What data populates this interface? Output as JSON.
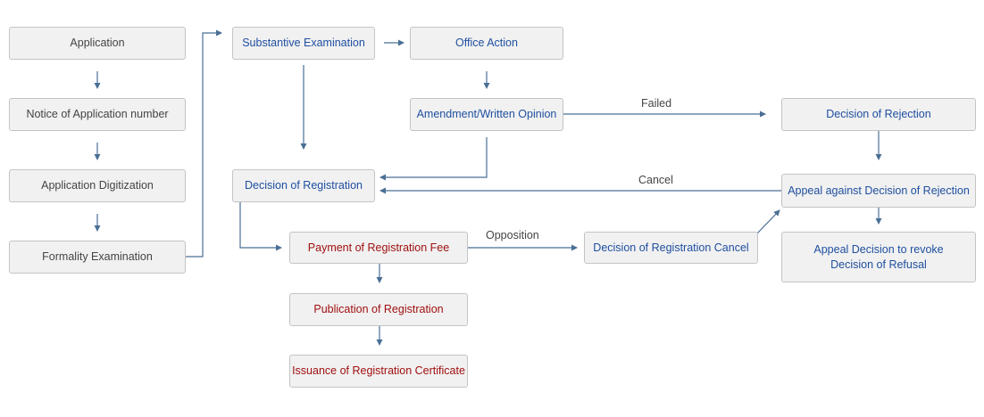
{
  "colors": {
    "line": "#4a6f95",
    "node_bg": "#f1f1f1",
    "node_border": "#c4c4c4",
    "text_gray": "#444444",
    "text_blue": "#1f4fa0",
    "text_red": "#a01010"
  },
  "nodes": {
    "application": "Application",
    "notice": "Notice of Application number",
    "digitization": "Application Digitization",
    "formality": "Formality Examination",
    "substantive": "Substantive Examination",
    "office_action": "Office Action",
    "amendment": "Amendment/Written Opinion",
    "decision_registration": "Decision of Registration",
    "payment": "Payment of Registration Fee",
    "publication": "Publication of Registration",
    "issuance": "Issuance of Registration Certificate",
    "decision_cancel": "Decision of Registration Cancel",
    "decision_rejection": "Decision of Rejection",
    "appeal_rejection": "Appeal against Decision of Rejection",
    "appeal_revoke": "Appeal Decision to revoke Decision of Refusal"
  },
  "edge_labels": {
    "failed": "Failed",
    "cancel": "Cancel",
    "opposition": "Opposition"
  }
}
